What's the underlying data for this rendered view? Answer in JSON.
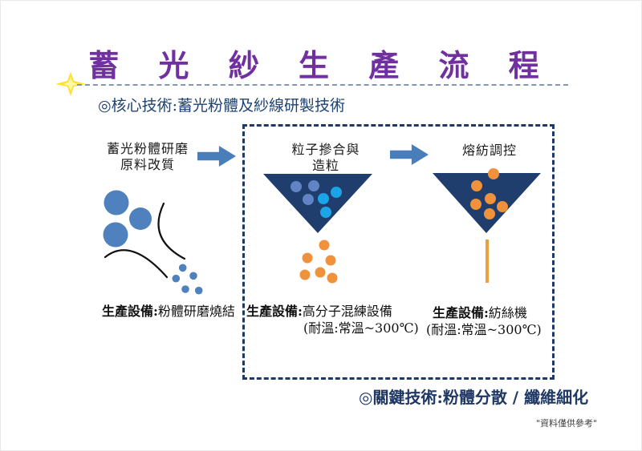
{
  "slide": {
    "title": "蓄 光 紗 生 產 流 程",
    "core_tech": "◎核心技術:蓄光粉體及紗線研製技術",
    "key_tech": "◎關鍵技術:粉體分散 /  纖維細化",
    "footnote": "\"資料僅供參考\""
  },
  "stages": [
    {
      "label_line1": "蓄光粉體研磨",
      "label_line2": "原料改質",
      "equipment_prefix": "生產設備:",
      "equipment": "粉體研磨燒結",
      "note": ""
    },
    {
      "label_line1": "粒子摻合與",
      "label_line2": "造粒",
      "equipment_prefix": "生產設備:",
      "equipment": "高分子混練設備",
      "note": "(耐溫:常溫~300℃)"
    },
    {
      "label_line1": "熔紡調控",
      "label_line2": "",
      "equipment_prefix": "生產設備:",
      "equipment": "紡絲機",
      "note": "(耐溫:常溫~300℃)"
    }
  ],
  "icons": {
    "sparkle": "sparkle-star-icon",
    "arrow": "right-block-arrow-icon",
    "funnel": "funnel-hopper-icon"
  },
  "colors": {
    "purple": "#7030A0",
    "ruleBlue": "#8496B0",
    "subNavy": "#1F4372",
    "boxNavy": "#1F3864",
    "funnelNavy": "#1F3E6E",
    "medBlue": "#4E81BD",
    "arrowBlue": "#4A7EBB",
    "mutedDot": "#6283C4",
    "cyanDot": "#1BA4E8",
    "orange": "#F0923B",
    "spinLine": "#E9A13C",
    "starYellow": "#FFDF29",
    "starCore": "#FFF9B0"
  }
}
